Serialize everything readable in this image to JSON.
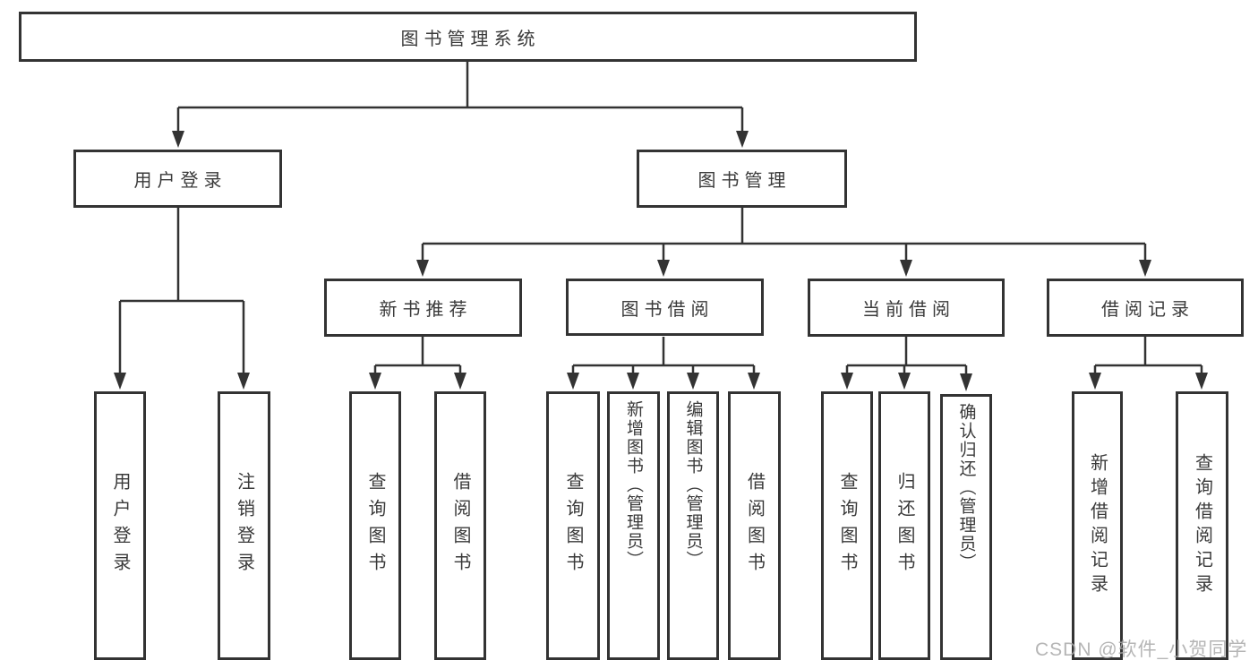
{
  "diagram": {
    "tree": {
      "root": {
        "label": "图书管理系统"
      },
      "branches": [
        {
          "label": "用户登录",
          "children": [
            {
              "label": "用户登录"
            },
            {
              "label": "注销登录"
            }
          ]
        },
        {
          "label": "图书管理",
          "children": [
            {
              "label": "新书推荐",
              "children": [
                {
                  "label": "查询图书"
                },
                {
                  "label": "借阅图书"
                }
              ]
            },
            {
              "label": "图书借阅",
              "children": [
                {
                  "label": "查询图书"
                },
                {
                  "label": "新增图书（管理员）"
                },
                {
                  "label": "编辑图书（管理员）"
                },
                {
                  "label": "借阅图书"
                }
              ]
            },
            {
              "label": "当前借阅",
              "children": [
                {
                  "label": "查询图书"
                },
                {
                  "label": "归还图书"
                },
                {
                  "label": "确认归还（管理员）"
                }
              ]
            },
            {
              "label": "借阅记录",
              "children": [
                {
                  "label": "新增借阅记录"
                },
                {
                  "label": "查询借阅记录"
                }
              ]
            }
          ]
        }
      ]
    },
    "watermark": "CSDN @软件_小贺同学",
    "colors": {
      "line": "#333333",
      "text": "#3a3a3a",
      "watermark": "#a8a8a8",
      "background": "#ffffff"
    }
  }
}
